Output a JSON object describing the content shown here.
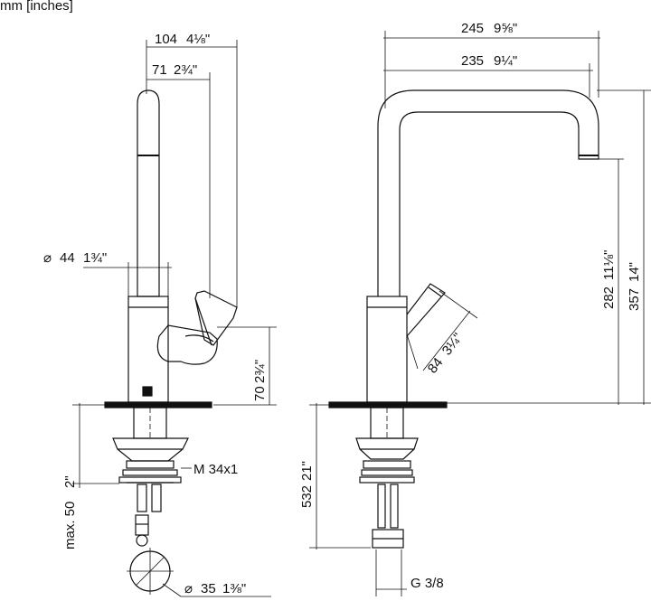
{
  "units_note": "mm [inches]",
  "side_view": {
    "dim_width_overall": "104",
    "dim_width_overall_inch": "4⅛\"",
    "dim_lever_offset": "71",
    "dim_lever_offset_inch": "2¾\"",
    "dim_body_diameter_symbol": "⌀",
    "dim_body_diameter": "44",
    "dim_body_diameter_inch": "1¾\"",
    "dim_lever_height": "70",
    "dim_lever_height_inch": "2¾\"",
    "dim_max_thickness": "max. 50",
    "dim_max_thickness_inch": "2\"",
    "thread_label": "M 34x1",
    "dim_hole_diameter_symbol": "⌀",
    "dim_hole_diameter": "35",
    "dim_hole_diameter_inch": "1⅜\""
  },
  "front_view": {
    "dim_spout_outer": "245",
    "dim_spout_outer_inch": "9⅝\"",
    "dim_spout_reach": "235",
    "dim_spout_reach_inch": "9¼\"",
    "dim_spout_height": "282",
    "dim_spout_height_inch": "11⅛\"",
    "dim_total_height": "357",
    "dim_total_height_inch": "14\"",
    "dim_lever_length": "84",
    "dim_lever_length_inch": "3¼\"",
    "dim_hose_length": "532",
    "dim_hose_length_inch": "21\"",
    "connection_label": "G 3/8"
  }
}
